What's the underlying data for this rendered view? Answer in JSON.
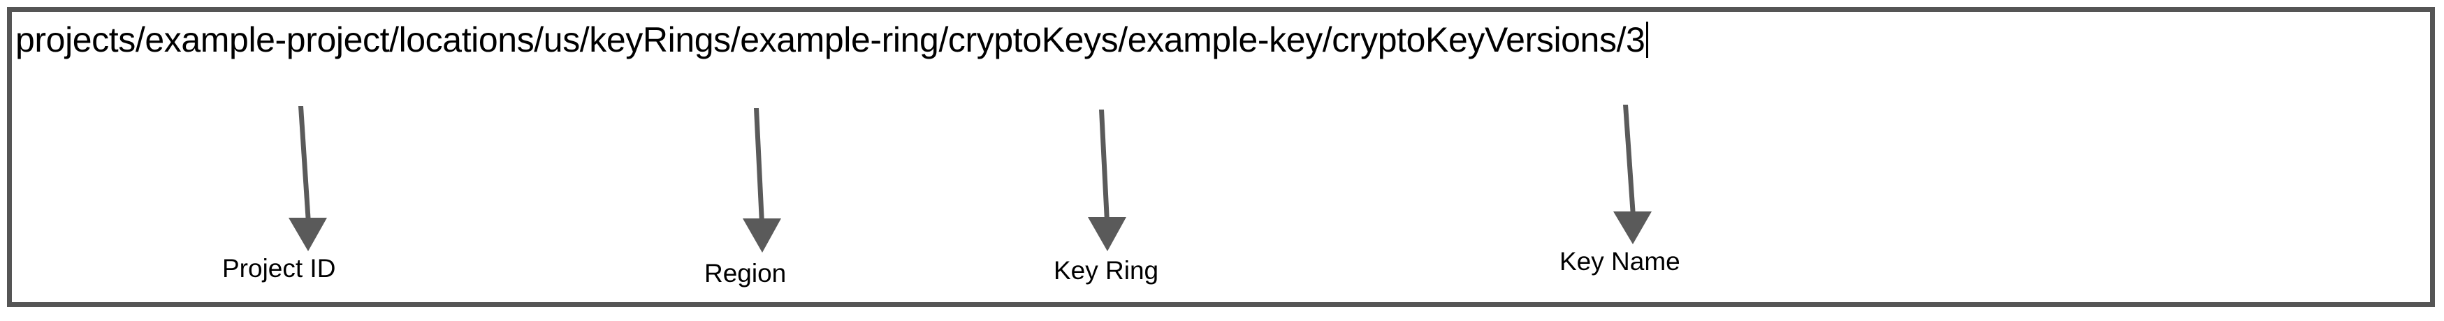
{
  "diagram": {
    "title_text": "projects/example-project/locations/us/keyRings/example-ring/cryptoKeys/example-key/cryptoKeyVersions/3",
    "caret_visible": "",
    "frame_color": "#555555",
    "arrow_color": "#5a5a5a",
    "text_color": "#000000",
    "background_color": "#ffffff",
    "annotations": [
      {
        "label": "Project ID",
        "target_segment": "example-project"
      },
      {
        "label": "Region",
        "target_segment": "us"
      },
      {
        "label": "Key Ring",
        "target_segment": "example-ring"
      },
      {
        "label": "Key Name",
        "target_segment": "example-key"
      }
    ]
  }
}
